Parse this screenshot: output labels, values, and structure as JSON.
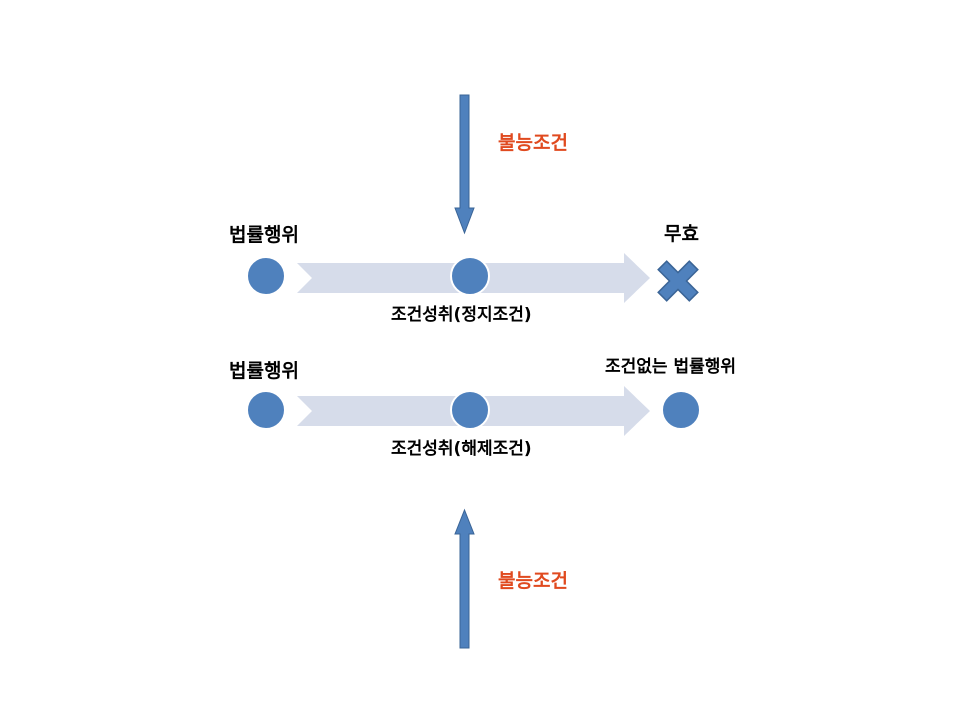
{
  "top_condition": {
    "label": "불능조건"
  },
  "bottom_condition": {
    "label": "불능조건"
  },
  "row1": {
    "start_label": "법률행위",
    "middle_label": "조건성취(정지조건)",
    "end_label": "무효"
  },
  "row2": {
    "start_label": "법률행위",
    "middle_label": "조건성취(해제조건)",
    "end_label": "조건없는 법률행위"
  },
  "colors": {
    "node": "#4f81bd",
    "band": "#d6dcea",
    "condition_text": "#e04a1f",
    "cross": "#4f81bd"
  }
}
